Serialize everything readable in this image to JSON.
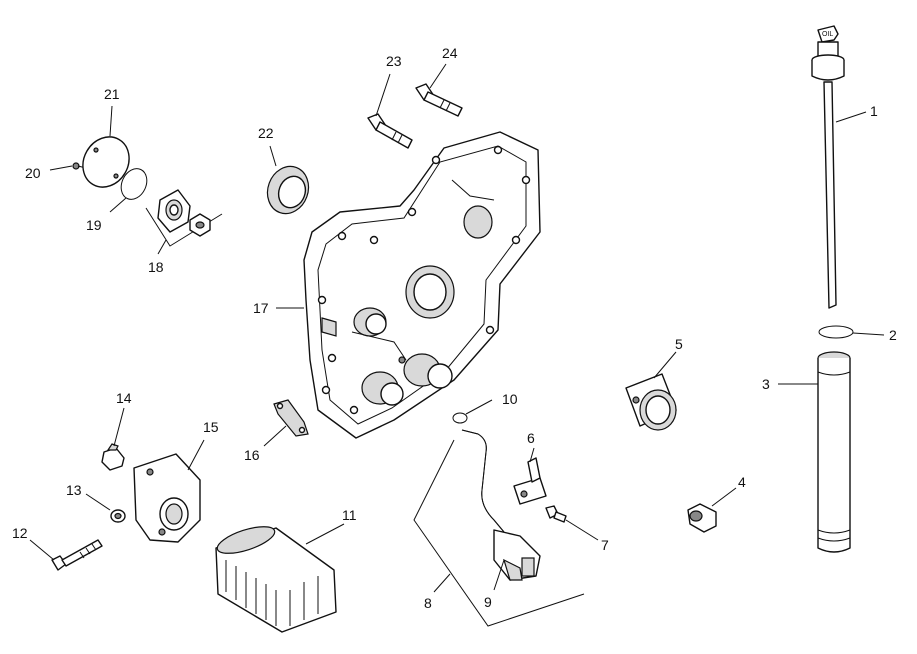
{
  "callouts": {
    "c1": "1",
    "c2": "2",
    "c3": "3",
    "c4": "4",
    "c5": "5",
    "c6": "6",
    "c7": "7",
    "c8": "8",
    "c9": "9",
    "c10": "10",
    "c11": "11",
    "c12": "12",
    "c13": "13",
    "c14": "14",
    "c15": "15",
    "c16": "16",
    "c17": "17",
    "c18": "18",
    "c19": "19",
    "c20": "20",
    "c21": "21",
    "c22": "22",
    "c23": "23",
    "c24": "24"
  },
  "dipstick_cap_text": "OIL"
}
